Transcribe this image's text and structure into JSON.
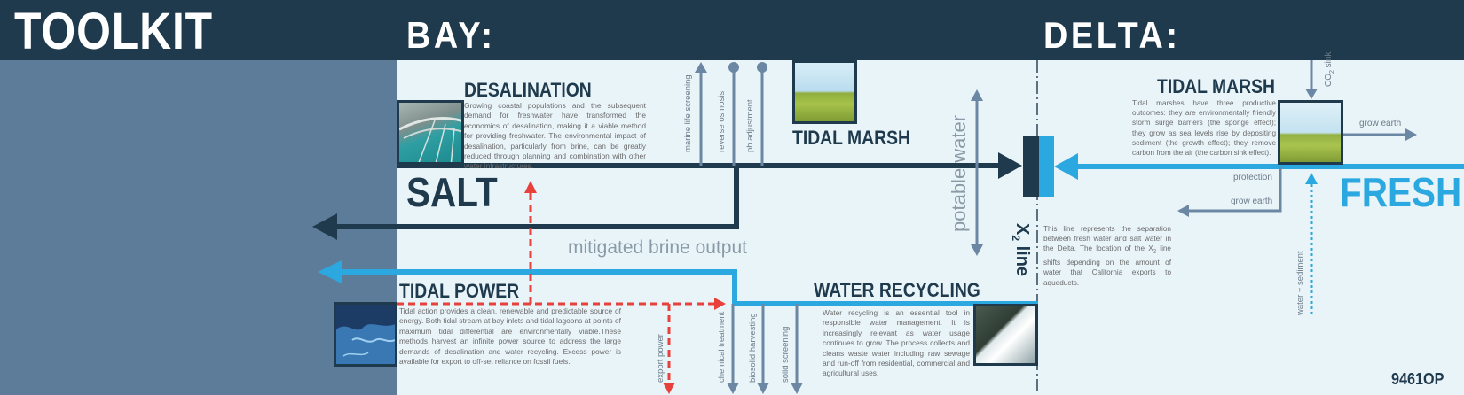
{
  "header": {
    "toolkit": "TOOLKIT",
    "bay": "BAY:",
    "delta": "DELTA:"
  },
  "bay": {
    "desalination": {
      "title": "DESALINATION",
      "body": "Growing coastal populations and the subsequent demand for freshwater have transformed the economics of desalination, making it a viable method for providing freshwater. The environmental impact of desalination, particularly from brine, can be greatly reduced through planning and combination with other water infrastructures."
    },
    "tidal_marsh": {
      "title": "TIDAL MARSH"
    },
    "salt_label": "SALT",
    "brine_label": "mitigated brine output",
    "tidal_power": {
      "title": "TIDAL POWER",
      "body": "Tidal action provides a clean, renewable and predictable source of energy. Both tidal stream at bay inlets and tidal lagoons at points of maximum tidal differential are environmentally viable.These methods harvest an infinite power source to address the large demands of desalination and water recycling. Excess power is available for export to off-set reliance on fossil fuels."
    },
    "water_recycling": {
      "title": "WATER RECYCLING",
      "body": "Water recycling is an essential tool in responsible water management. It is increasingly relevant as water usage continues to grow. The process collects and cleans waste water including raw sewage and run-off from residential, commercial and agricultural uses."
    },
    "vertical_labels": {
      "marine_life": "marine life screening",
      "reverse_osmosis": "reverse osmosis",
      "ph_adjustment": "ph adjustment",
      "potable_water": "potable water",
      "export_power": "export power",
      "chemical_treatment": "chemical treatment",
      "biosolid_harvesting": "biosolid harvesting",
      "solid_screening": "solid screening"
    }
  },
  "x2": {
    "label_main": "X",
    "label_sub": "2",
    "label_suffix": " line",
    "desc_part1": "This line represents the separation between fresh water and salt water in the Delta. The location of the X",
    "desc_sub": "2",
    "desc_part2": " line shifts depending on the amount of water that California exports to aqueducts."
  },
  "delta": {
    "tidal_marsh": {
      "title": "TIDAL MARSH",
      "body": "Tidal marshes have three productive outcomes: they are environmentally friendly storm surge barriers (the sponge effect); they grow as sea levels rise by depositing sediment (the growth effect); they remove carbon from the air (the carbon sink effect)."
    },
    "fresh_label": "FRESH",
    "labels": {
      "co2_main": "CO",
      "co2_sub": "2",
      "co2_suffix": " sink",
      "grow_earth_top": "grow earth",
      "protection": "protection",
      "grow_earth_mid": "grow earth",
      "water_sediment": "water + sediment"
    }
  },
  "footer": {
    "code": "9461OP"
  },
  "colors": {
    "navy": "#1f3a4d",
    "cyan": "#2aa8df",
    "red": "#e8413c",
    "gray_arrow": "#6b87a3",
    "panel_blue": "#5c7c99",
    "background": "#e9f4f9"
  },
  "icons": [
    "desalination-photo",
    "tidal-marsh-photo",
    "tidal-power-map",
    "water-recycling-photo",
    "delta-marsh-photo"
  ]
}
